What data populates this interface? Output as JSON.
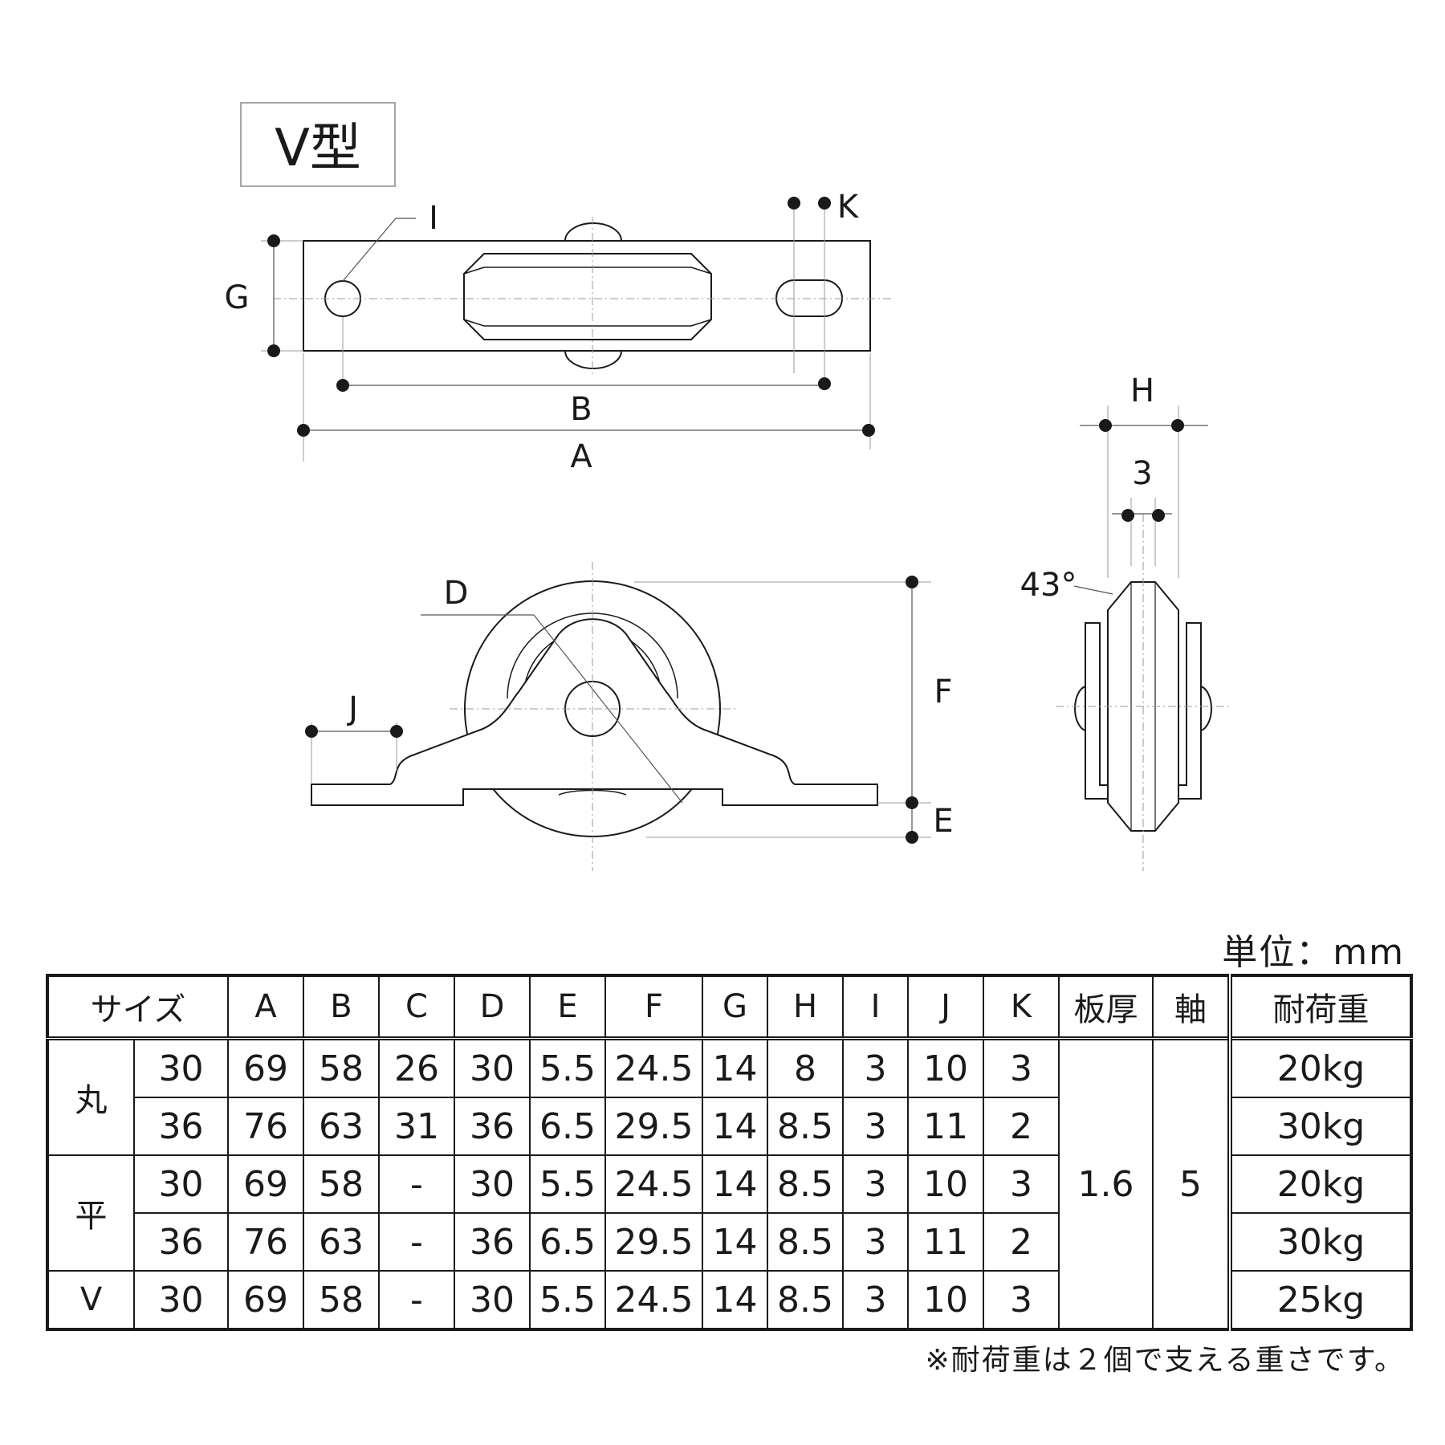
{
  "title": "V型",
  "labels": {
    "A": "A",
    "B": "B",
    "D": "D",
    "E": "E",
    "F": "F",
    "G": "G",
    "H": "H",
    "I": "I",
    "J": "J",
    "K": "K",
    "three": "3",
    "angle": "43°"
  },
  "unit": "単位：mm",
  "table": {
    "headers": [
      "サイズ",
      "A",
      "B",
      "C",
      "D",
      "E",
      "F",
      "G",
      "H",
      "I",
      "J",
      "K",
      "板厚",
      "軸",
      "耐荷重"
    ],
    "groups": [
      "丸",
      "平",
      "V"
    ],
    "rows": [
      [
        "30",
        "69",
        "58",
        "26",
        "30",
        "5.5",
        "24.5",
        "14",
        "8",
        "3",
        "10",
        "3"
      ],
      [
        "36",
        "76",
        "63",
        "31",
        "36",
        "6.5",
        "29.5",
        "14",
        "8.5",
        "3",
        "11",
        "2"
      ],
      [
        "30",
        "69",
        "58",
        "-",
        "30",
        "5.5",
        "24.5",
        "14",
        "8.5",
        "3",
        "10",
        "3"
      ],
      [
        "36",
        "76",
        "63",
        "-",
        "36",
        "6.5",
        "29.5",
        "14",
        "8.5",
        "3",
        "11",
        "2"
      ],
      [
        "30",
        "69",
        "58",
        "-",
        "30",
        "5.5",
        "24.5",
        "14",
        "8.5",
        "3",
        "10",
        "3"
      ]
    ],
    "thickness": "1.6",
    "axle": "5",
    "loads": [
      "20kg",
      "30kg",
      "20kg",
      "30kg",
      "25kg"
    ]
  },
  "note": "※耐荷重は２個で支える重さです。"
}
